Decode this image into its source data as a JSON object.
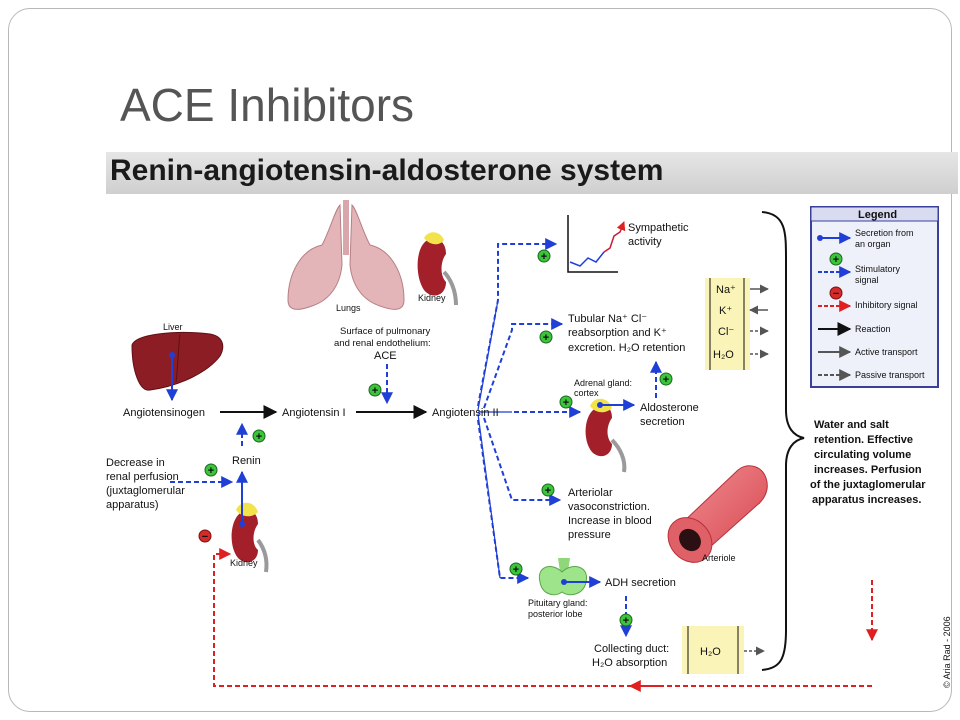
{
  "slide": {
    "title": "ACE Inhibitors"
  },
  "diagram": {
    "banner": "Renin-angiotensin-aldosterone system",
    "labels": {
      "liver": "Liver",
      "lungs": "Lungs",
      "kidney_top": "Kidney",
      "kidney_bottom": "Kidney",
      "surface_1": "Surface of pulmonary",
      "surface_2": "and renal endothelium:",
      "ace": "ACE",
      "angiotensinogen": "Angiotensinogen",
      "angiotensin1": "Angiotensin I",
      "angiotensin2": "Angiotensin II",
      "renin": "Renin",
      "decrease_1": "Decrease in",
      "decrease_2": "renal perfusion",
      "decrease_3": "(juxtaglomerular",
      "decrease_4": "apparatus)",
      "sympathetic_1": "Sympathetic",
      "sympathetic_2": "activity",
      "tubular_1": "Tubular Na⁺ Cl⁻",
      "tubular_2": "reabsorption and K⁺",
      "tubular_3": "excretion. H₂O retention",
      "adrenal_1": "Adrenal gland:",
      "adrenal_2": "cortex",
      "aldosterone_1": "Aldosterone",
      "aldosterone_2": "secretion",
      "arteriolar_1": "Arteriolar",
      "arteriolar_2": "vasoconstriction.",
      "arteriolar_3": "Increase in blood",
      "arteriolar_4": "pressure",
      "arteriole": "Arteriole",
      "pituitary_1": "Pituitary gland:",
      "pituitary_2": "posterior lobe",
      "adh": "ADH secretion",
      "collecting_1": "Collecting duct:",
      "collecting_2": "H₂O absorption",
      "water_1": "Water and salt",
      "water_2": "retention. Effective",
      "water_3": "circulating volume",
      "water_4": "increases. Perfusion",
      "water_5": "of the juxtaglomerular",
      "water_6": "apparatus increases.",
      "ion_na": "Na⁺",
      "ion_k": "K⁺",
      "ion_cl": "Cl⁻",
      "ion_h2o": "H₂O",
      "duct_h2o": "H₂O",
      "copyright": "© Aria Rad - 2006"
    },
    "signs": {
      "plus": "+",
      "minus": "−"
    },
    "legend": {
      "title": "Legend",
      "items": [
        {
          "line1": "Secretion from",
          "line2": "an organ"
        },
        {
          "line1": "Stimulatory",
          "line2": "signal"
        },
        {
          "line1": "Inhibitory signal",
          "line2": ""
        },
        {
          "line1": "Reaction",
          "line2": ""
        },
        {
          "line1": "Active transport",
          "line2": ""
        },
        {
          "line1": "Passive transport",
          "line2": ""
        }
      ]
    },
    "colors": {
      "secretion": "#1f3fd6",
      "stimulatory": "#1f3fd6",
      "inhibitory": "#e02020",
      "reaction": "#111111",
      "plus_fill": "#3cc43c",
      "minus_fill": "#d52a2a",
      "organ_red": "#a3202b",
      "lung_pink": "#e3b5b8",
      "legend_bg": "#eef0fa",
      "legend_border": "#3a3f9c",
      "cell_yellow": "#fbf4b8"
    }
  }
}
